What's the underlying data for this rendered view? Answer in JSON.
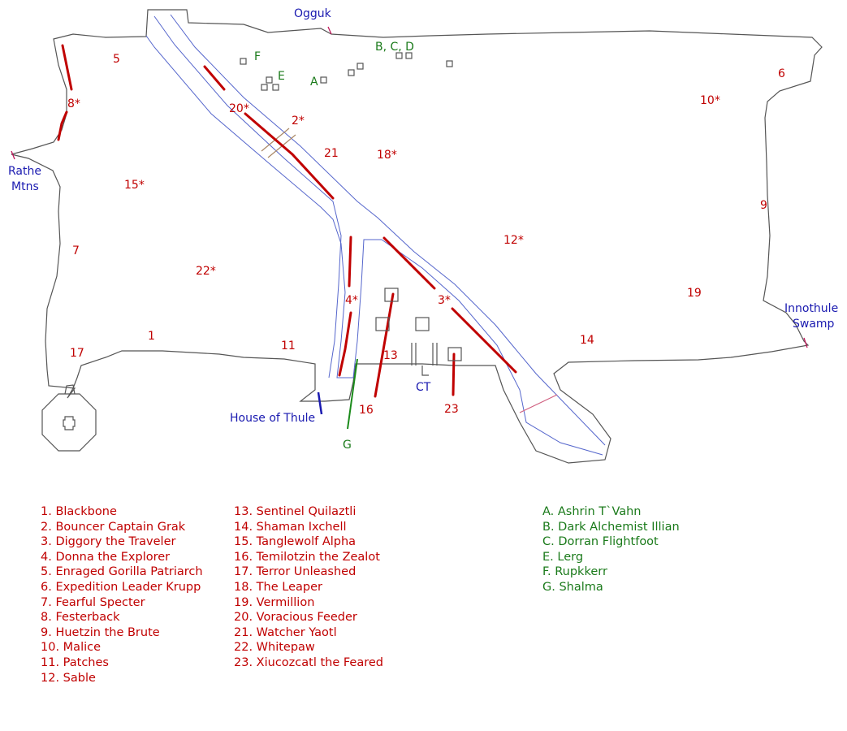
{
  "places": {
    "ogguk": "Ogguk",
    "rathe_line1": "Rathe",
    "rathe_line2": "Mtns",
    "innothule_line1": "Innothule",
    "innothule_line2": "Swamp",
    "house_of_thule": "House of Thule",
    "ct": "CT"
  },
  "npc_markers": {
    "a": "A",
    "bcd": "B, C, D",
    "e": "E",
    "f": "F",
    "g": "G"
  },
  "mob_markers": [
    "1",
    "2*",
    "3*",
    "4*",
    "5",
    "6",
    "7",
    "8*",
    "9",
    "10*",
    "11",
    "12*",
    "13",
    "14",
    "15*",
    "16",
    "17",
    "18*",
    "19",
    "20*",
    "21",
    "22*",
    "23"
  ],
  "legend": {
    "column1": [
      "1. Blackbone",
      "2. Bouncer Captain Grak",
      "3. Diggory the Traveler",
      "4. Donna the Explorer",
      "5. Enraged Gorilla Patriarch",
      "6. Expedition Leader Krupp",
      "7. Fearful Specter",
      "8. Festerback",
      "9. Huetzin the Brute",
      "10. Malice",
      "11. Patches",
      "12. Sable"
    ],
    "column2": [
      "13. Sentinel Quilaztli",
      "14. Shaman Ixchell",
      "15. Tanglewolf Alpha",
      "16. Temilotzin the Zealot",
      "17. Terror Unleashed",
      "18. The Leaper",
      "19. Vermillion",
      "20. Voracious Feeder",
      "21. Watcher Yaotl",
      "22. Whitepaw",
      "23. Xiucozcatl the Feared"
    ],
    "column3": [
      "A. Ashrin T`Vahn",
      "B. Dark Alchemist Illian",
      "C. Dorran Flightfoot",
      "E. Lerg",
      "F. Rupkkerr",
      "G. Shalma"
    ]
  },
  "colors": {
    "named_mob": "#c00000",
    "npc": "#1a7a1a",
    "zone_line": "#1a1ab0",
    "outline": "#555555",
    "river": "#5566cc"
  }
}
